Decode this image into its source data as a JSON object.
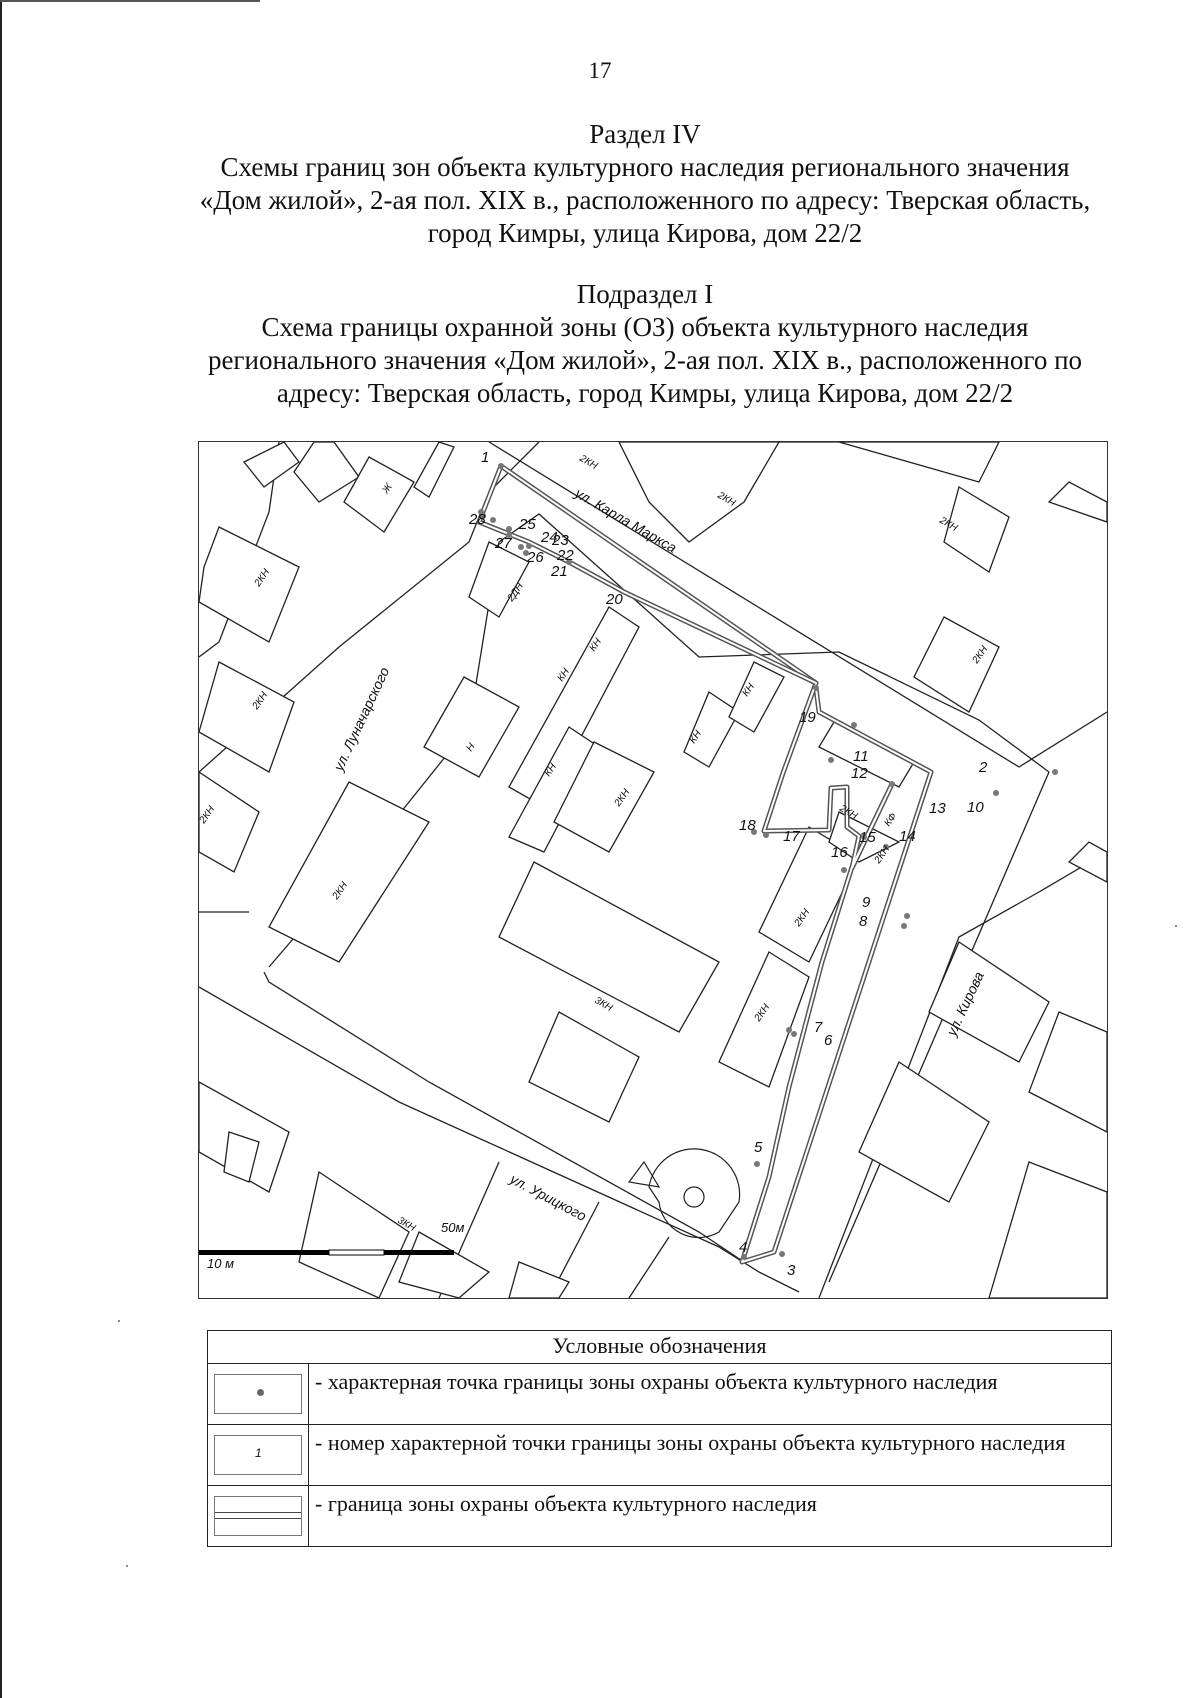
{
  "page_number": "17",
  "section": {
    "title": "Раздел IV",
    "lines": [
      "Схемы границ зон объекта культурного наследия регионального значения",
      "«Дом жилой», 2-ая пол. XIX в., расположенного по адресу: Тверская область,",
      "город Кимры, улица Кирова, дом 22/2"
    ]
  },
  "subsection": {
    "title": "Подраздел I",
    "lines": [
      "Схема границы охранной зоны (ОЗ) объекта культурного наследия",
      "регионального значения «Дом жилой», 2-ая пол. XIX в., расположенного по",
      "адресу: Тверская область, город Кимры, улица Кирова, дом 22/2"
    ]
  },
  "map": {
    "streets": {
      "karla_marksa": "ул. Карла Маркса",
      "lunacharskogo": "ул. Луначарского",
      "kirova": "ул. Кирова",
      "uritskogo": "ул. Урицкого"
    },
    "building_labels": [
      "2КН",
      "2КН",
      "2КН",
      "Ж",
      "2КН",
      "2КН",
      "2КН",
      "2КН",
      "Н",
      "2КН",
      "2ДН",
      "КН",
      "2КН",
      "КН",
      "КН",
      "КН",
      "КН",
      "КФ",
      "2КН",
      "2КН",
      "2КН",
      "2КН",
      "3КН",
      "3КН"
    ],
    "boundary_point_numbers": [
      "1",
      "2",
      "3",
      "4",
      "5",
      "6",
      "7",
      "8",
      "9",
      "10",
      "11",
      "12",
      "13",
      "14",
      "15",
      "16",
      "17",
      "18",
      "19",
      "20",
      "21",
      "22",
      "23",
      "24",
      "25",
      "26",
      "27",
      "28"
    ],
    "scale": {
      "left_label": "10 м",
      "right_label": "50м"
    }
  },
  "legend": {
    "title": "Условные обозначения",
    "rows": [
      {
        "symbol": "point-dot",
        "text": "- характерная точка границы зоны охраны объекта культурного наследия"
      },
      {
        "symbol_text": "1",
        "text": "- номер характерной точки границы зоны охраны объекта культурного наследия"
      },
      {
        "symbol": "double-line",
        "text": "- граница зоны охраны объекта культурного наследия"
      }
    ]
  }
}
